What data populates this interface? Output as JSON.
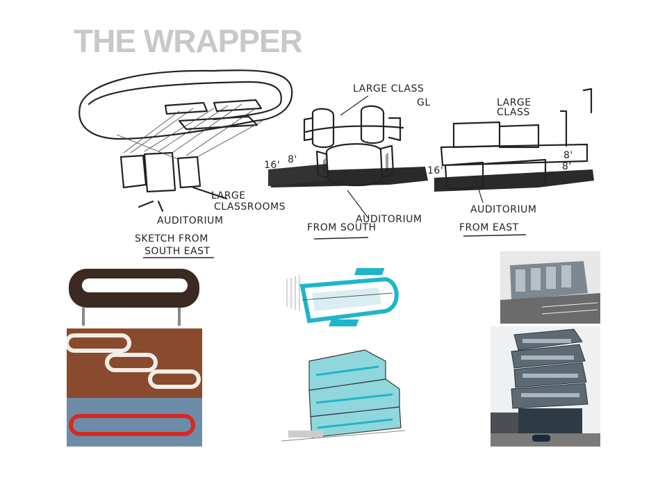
{
  "title": "THE WRAPPER",
  "sketches": {
    "south_east": {
      "labels": {
        "large_classrooms_1": "LARGE",
        "large_classrooms_2": "CLASSROOMS",
        "auditorium": "AUDITORIUM",
        "caption_1": "SKETCH FROM",
        "caption_2": "SOUTH EAST"
      }
    },
    "south": {
      "labels": {
        "large_class": "LARGE CLASS",
        "glass": "GLASS",
        "dim_16": "16'",
        "dim_8": "8'",
        "auditorium": "AUDITORIUM",
        "caption": "FROM SOUTH"
      }
    },
    "east": {
      "labels": {
        "large_1": "LARGE",
        "large_2": "CLASS",
        "dim_16": "16'",
        "dim_8a": "8'",
        "dim_8b": "8'",
        "auditorium": "AUDITORIUM",
        "caption": "FROM EAST"
      }
    }
  },
  "colors": {
    "title": "#c8c8c8",
    "ink": "#222222",
    "accent_teal": "#1fb5c9",
    "wood_dark": "#3b2a22",
    "red_shelf": "#d42a22",
    "brown_wall": "#8a4a2e"
  }
}
